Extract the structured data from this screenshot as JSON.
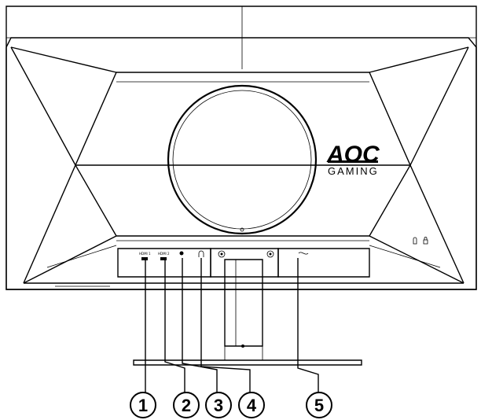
{
  "brand": {
    "logo": "AOC",
    "tagline": "GAMING"
  },
  "ports": {
    "hdmi1": "HDMI 1",
    "hdmi2": "HDMI 2"
  },
  "callouts": [
    {
      "label": "1"
    },
    {
      "label": "2"
    },
    {
      "label": "3"
    },
    {
      "label": "4"
    },
    {
      "label": "5"
    }
  ],
  "colors": {
    "line": "#000000",
    "background": "#ffffff"
  }
}
